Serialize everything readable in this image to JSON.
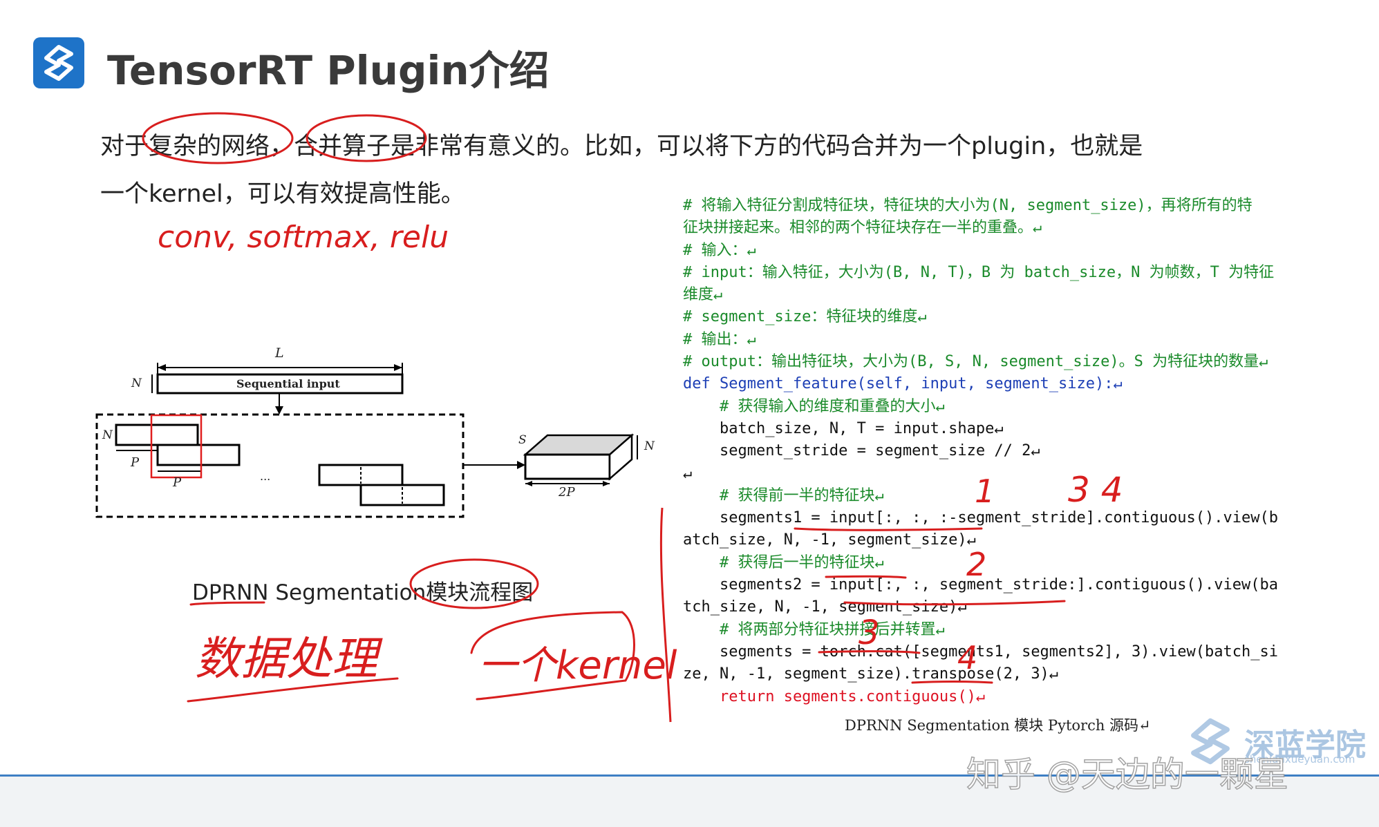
{
  "slide": {
    "title": "TensorRT Plugin介绍",
    "intro_line1": "对于复杂的网络，合并算子是非常有意义的。比如，可以将下方的代码合并为一个plugin，也就是",
    "intro_line2": "一个kernel，可以有效提高性能。"
  },
  "diagram": {
    "label_L": "L",
    "label_N_top": "N",
    "sequential_input": "Sequential input",
    "label_N_left": "N",
    "label_P1": "P",
    "label_P2": "P",
    "ellipsis": "...",
    "label_S": "S",
    "label_N_right": "N",
    "label_2P": "2P",
    "caption": "DPRNN Segmentation模块流程图"
  },
  "code_lines": [
    "# 将输入特征分割成特征块，特征块的大小为(N, segment_size)，再将所有的特",
    "征块拼接起来。相邻的两个特征块存在一半的重叠。↵",
    "# 输入：↵",
    "# input：输入特征，大小为(B, N, T)，B 为 batch_size，N 为帧数，T 为特征",
    "维度↵",
    "# segment_size：特征块的维度↵",
    "# 输出：↵",
    "# output：输出特征块，大小为(B, S, N, segment_size)。S 为特征块的数量↵",
    "def Segment_feature(self, input, segment_size):↵",
    "    # 获得输入的维度和重叠的大小↵",
    "    batch_size, N, T = input.shape↵",
    "    segment_stride = segment_size // 2↵",
    "↵",
    "    # 获得前一半的特征块↵",
    "    segments1 = input[:, :, :-segment_stride].contiguous().view(b",
    "atch_size, N, -1, segment_size)↵",
    "    # 获得后一半的特征块↵",
    "    segments2 = input[:, :, segment_stride:].contiguous().view(ba",
    "tch_size, N, -1, segment_size)↵",
    "    # 将两部分特征块拼接后并转置↵",
    "    segments = torch.cat([segments1, segments2], 3).view(batch_si",
    "ze, N, -1, segment_size).transpose(2, 3)↵",
    "    return segments.contiguous()↵"
  ],
  "code_caption": "DPRNN Segmentation 模块 Pytorch 源码↵",
  "handwriting": {
    "note_ops": "conv, softmax, relu",
    "note_data": "数据处理",
    "note_kernel": "一个kernel",
    "num_1": "1",
    "num_2": "2",
    "num_3": "3",
    "num_4": "4",
    "nums_34": "3 4"
  },
  "watermark": {
    "brand": "深蓝学院",
    "site": "shenlanxueyuan.com",
    "zhihu": "知乎 @天边的一颗星"
  },
  "colors": {
    "accent": "#1e73c8",
    "annotation": "#d81e1e",
    "code_comment": "#1a8a2a",
    "code_keyword": "#1d3fb5"
  }
}
